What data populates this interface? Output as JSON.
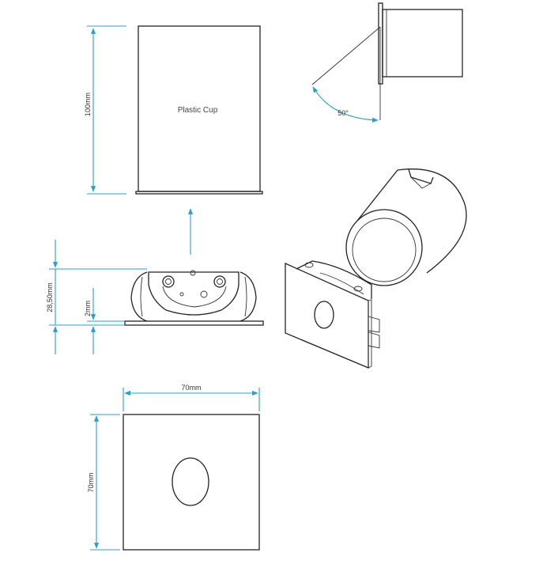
{
  "colors": {
    "dimension": "#2a9fc9",
    "line": "#222222",
    "background": "#ffffff"
  },
  "labels": {
    "cup": "Plastic Cup",
    "height_100": "100mm",
    "angle_50": "50°",
    "height_28_50": "28,50mm",
    "plate_2": "2mm",
    "width_70": "70mm",
    "height_70": "70mm"
  }
}
